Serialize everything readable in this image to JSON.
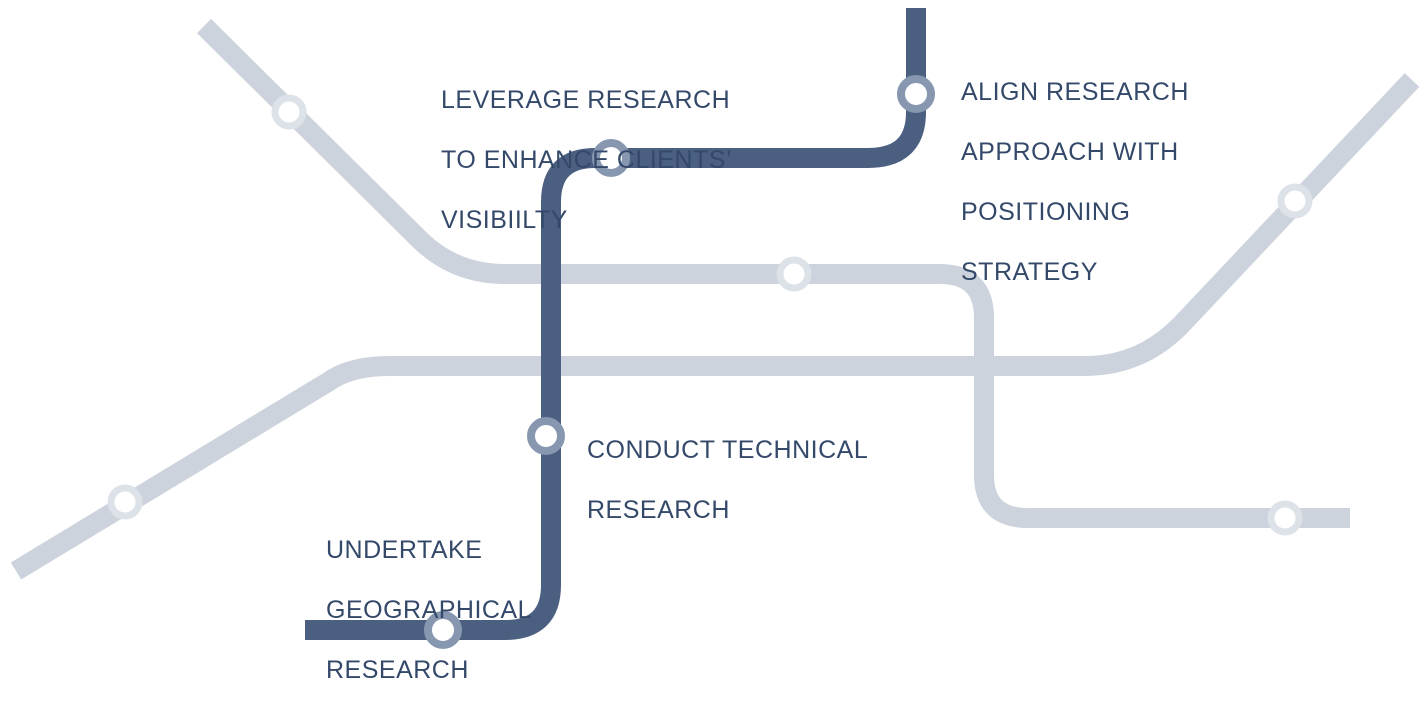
{
  "colors": {
    "active_line": "#4b5f80",
    "active_station_ring": "#8797b0",
    "background_line": "#cdd3dc",
    "background_station_ring": "#dde2e9",
    "station_fill": "#ffffff",
    "label_text": "#34496a"
  },
  "stations": {
    "leverage": {
      "lines": [
        "LEVERAGE RESEARCH",
        "TO ENHANCE CLIENTS’",
        "VISIBIILTY"
      ]
    },
    "align": {
      "lines": [
        "ALIGN RESEARCH",
        "APPROACH WITH",
        "POSITIONING",
        "STRATEGY"
      ]
    },
    "conduct": {
      "lines": [
        "CONDUCT TECHNICAL",
        "RESEARCH"
      ]
    },
    "undertake": {
      "lines": [
        "UNDERTAKE",
        "GEOGRAPHICAL",
        "RESEARCH"
      ]
    }
  }
}
